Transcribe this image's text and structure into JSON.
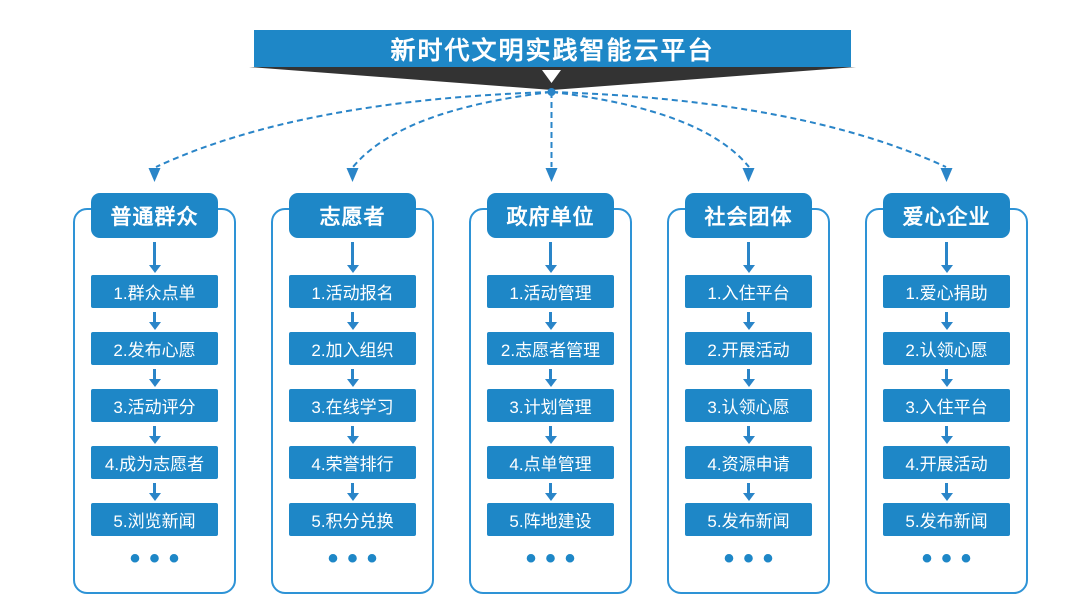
{
  "title": "新时代文明实践智能云平台",
  "ellipsis": "•••",
  "colors": {
    "primary_blue": "#1e87c7",
    "connector_blue": "#2a85c8",
    "frame_blue": "#2e93d6",
    "fold_dark": "#333333",
    "text_white": "#ffffff"
  },
  "columns": [
    {
      "header": "普通群众",
      "steps": [
        "1.群众点单",
        "2.发布心愿",
        "3.活动评分",
        "4.成为志愿者",
        "5.浏览新闻"
      ]
    },
    {
      "header": "志愿者",
      "steps": [
        "1.活动报名",
        "2.加入组织",
        "3.在线学习",
        "4.荣誉排行",
        "5.积分兑换"
      ]
    },
    {
      "header": "政府单位",
      "steps": [
        "1.活动管理",
        "2.志愿者管理",
        "3.计划管理",
        "4.点单管理",
        "5.阵地建设"
      ]
    },
    {
      "header": "社会团体",
      "steps": [
        "1.入住平台",
        "2.开展活动",
        "3.认领心愿",
        "4.资源申请",
        "5.发布新闻"
      ]
    },
    {
      "header": "爱心企业",
      "steps": [
        "1.爱心捐助",
        "2.认领心愿",
        "3.入住平台",
        "4.开展活动",
        "5.发布新闻"
      ]
    }
  ]
}
